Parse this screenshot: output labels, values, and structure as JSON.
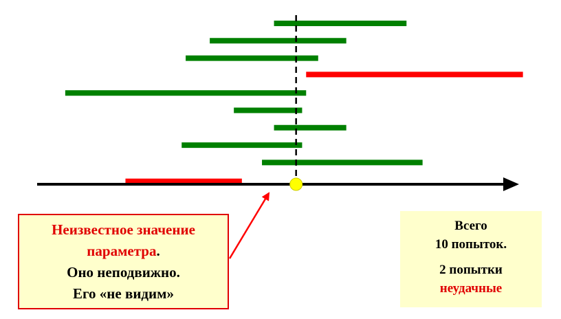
{
  "colors": {
    "success": "#008000",
    "failure": "#ff0000",
    "axis": "#000000",
    "marker": "#ffff00",
    "box_fill": "#ffffcc",
    "arrow": "#ff0000"
  },
  "attempts": [
    {
      "start": 0.59,
      "end": 0.92,
      "success": true
    },
    {
      "start": 0.43,
      "end": 0.77,
      "success": true
    },
    {
      "start": 0.37,
      "end": 0.7,
      "success": true
    },
    {
      "start": 0.67,
      "end": 1.21,
      "success": false
    },
    {
      "start": 0.07,
      "end": 0.67,
      "success": true
    },
    {
      "start": 0.49,
      "end": 0.66,
      "success": true
    },
    {
      "start": 0.59,
      "end": 0.77,
      "success": true
    },
    {
      "start": 0.36,
      "end": 0.66,
      "success": true
    },
    {
      "start": 0.56,
      "end": 0.96,
      "success": true
    },
    {
      "start": 0.22,
      "end": 0.51,
      "success": false
    }
  ],
  "true_value": 0.645,
  "callout": {
    "line1": "Неизвестное значение",
    "line2_red": "параметра",
    "line2_rest": ".",
    "line3": "Оно неподвижно.",
    "line4": "Его «не видим»"
  },
  "summary": {
    "line1": "Всего",
    "line2": "10 попыток.",
    "line3": "2 попытки",
    "line4_red": "неудачные"
  }
}
